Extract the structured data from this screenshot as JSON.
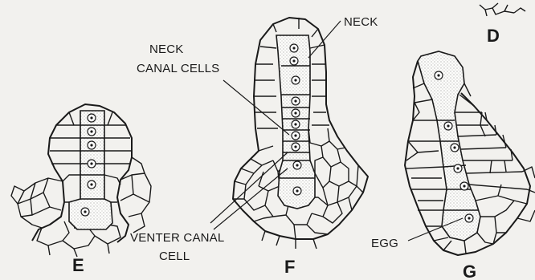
{
  "labels": {
    "neck": "NECK",
    "neck_canal_cells_line1": "NECK",
    "neck_canal_cells_line2": "CANAL CELLS",
    "venter_canal_cell_line1": "VENTER CANAL",
    "venter_canal_cell_line2": "CELL",
    "egg": "EGG"
  },
  "panels": [
    "D",
    "E",
    "F",
    "G"
  ],
  "colors": {
    "ink": "#1a1a1a",
    "paper": "#f2f1ee",
    "stipple": "#8a8a8a"
  }
}
